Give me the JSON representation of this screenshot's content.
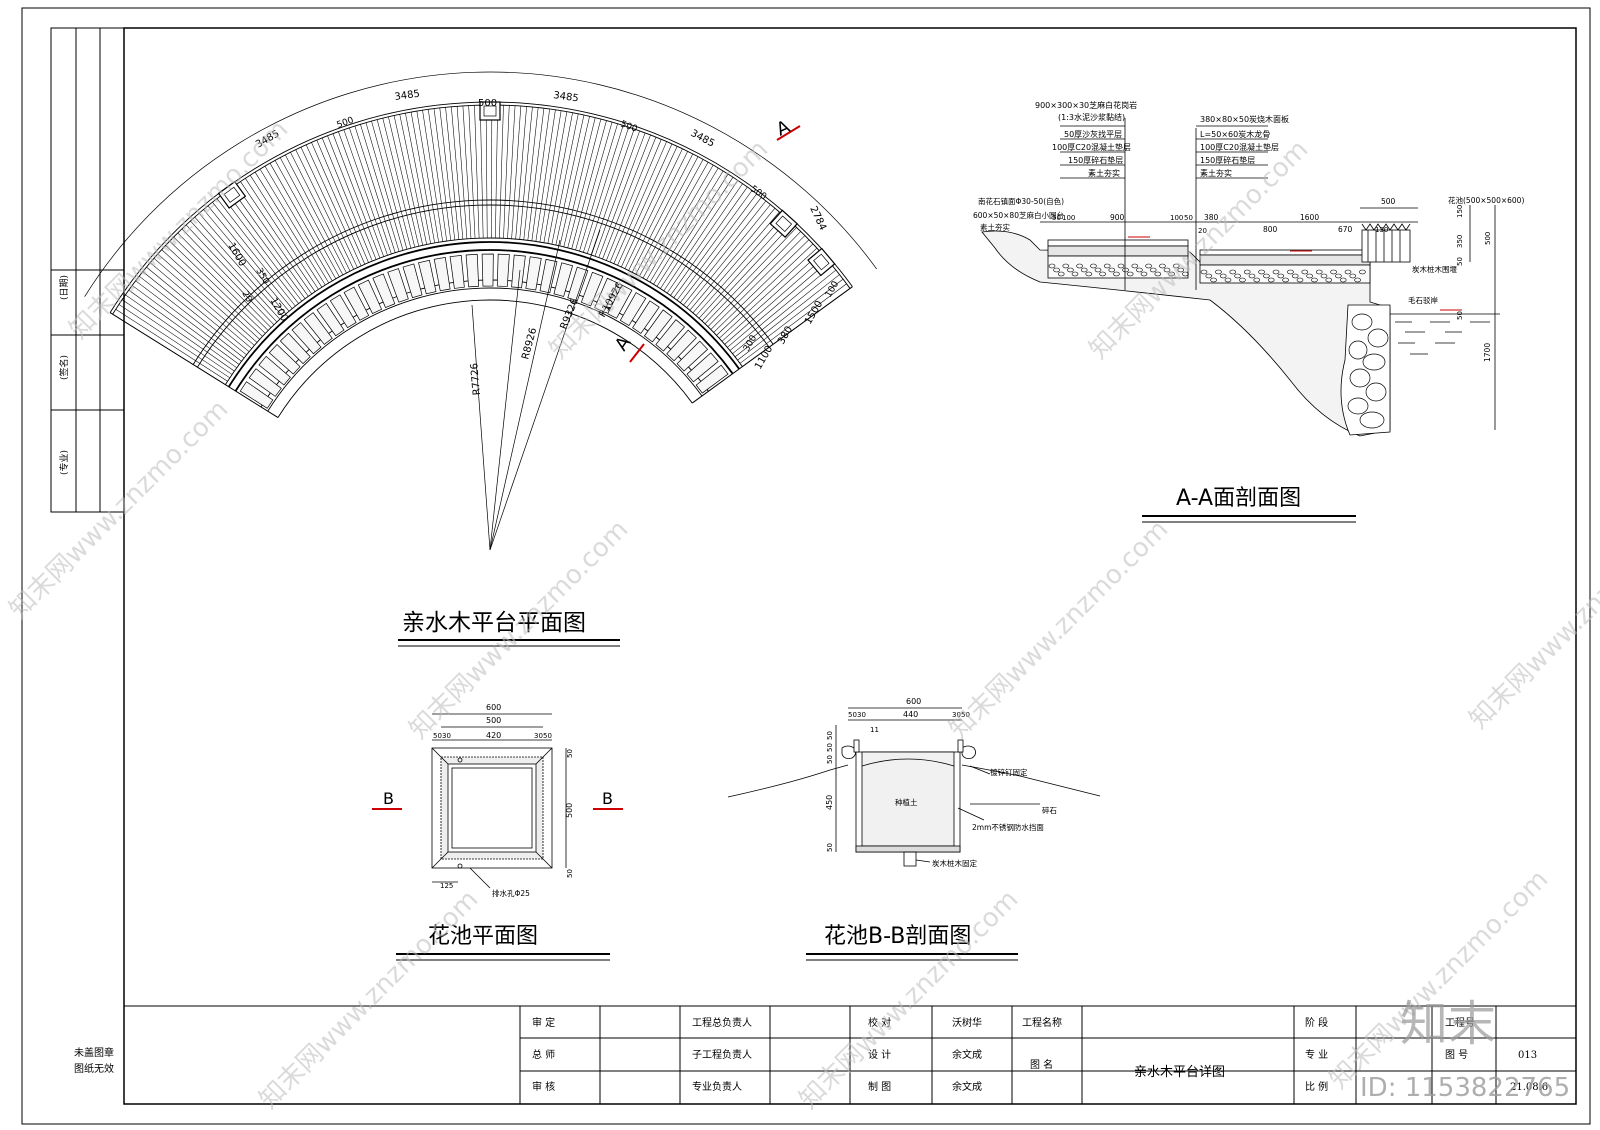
{
  "titles": {
    "plan": "亲水木平台平面图",
    "section_aa": "A-A面剖面图",
    "pool_plan": "花池平面图",
    "pool_section": "花池B-B剖面图"
  },
  "plan_dims": {
    "top_3485": "3485",
    "top_500": "500",
    "right_2784": "2784",
    "left_1600": "1600",
    "left_350": "350",
    "left_20": "20",
    "left_1200": "1200",
    "bot_100": "100",
    "bot_1500": "1500",
    "bot_380": "380",
    "bot_1100": "1100",
    "bot_300": "300",
    "r1": "R7726",
    "r2": "R8926",
    "r3": "R9326",
    "r4": "R10926",
    "cut": "A"
  },
  "section_aa": {
    "left_notes": [
      "900×300×30芝麻白花岗岩",
      "(1:3水泥沙浆黏结)",
      "50厚沙灰找平层",
      "100厚C20混凝土垫层",
      "150厚碎石垫层",
      "素土夯实"
    ],
    "right_notes": [
      "380×80×50炭烧木面板",
      "L=50×60炭木龙骨",
      "100厚C20混凝土垫层",
      "150厚碎石垫层",
      "素土夯实"
    ],
    "note_curb": "南花石镇面Φ30-50(自色)",
    "note_curb2": "600×50×80芝麻白小圆台",
    "note_soil": "素土夯实",
    "note_pool": "花池(500×500×600)",
    "note_pile": "炭木桩木围堰",
    "note_stone": "毛石驳岸",
    "dims": [
      "50",
      "100",
      "900",
      "100",
      "50",
      "380",
      "1600",
      "20",
      "800",
      "670",
      "130",
      "500",
      "150",
      "350",
      "50",
      "500",
      "50",
      "1700"
    ]
  },
  "pool_plan": {
    "dims_top": [
      "600",
      "500",
      "50",
      "30",
      "420",
      "30",
      "50"
    ],
    "dims_right": [
      "50",
      "500",
      "50"
    ],
    "dim_bottom": "125",
    "note": "排水孔Φ25",
    "cut": "B"
  },
  "pool_section": {
    "dims_top": [
      "600",
      "50",
      "30",
      "440",
      "30",
      "50",
      "11"
    ],
    "dims_left": [
      "50",
      "50",
      "50",
      "450",
      "50"
    ],
    "notes": [
      "镀锌钉固定",
      "种植土",
      "2mm不锈钢防水挡面",
      "碎石",
      "炭木桩木固定"
    ]
  },
  "title_block": {
    "r1": [
      "审   定",
      "",
      "工程总负责人",
      "",
      "校   对",
      "沃树华",
      "工程名称",
      "",
      "阶   段",
      ""
    ],
    "r2": [
      "总   师",
      "",
      "子工程负责人",
      "",
      "设   计",
      "余文成",
      "图   名",
      "亲水木平台详图",
      "专   业",
      ""
    ],
    "r3": [
      "审   核",
      "",
      "专业负责人",
      "",
      "制   图",
      "余文成",
      "",
      "",
      "比   例",
      ""
    ],
    "right_a": "工程号",
    "right_b": "图  号",
    "right_b_val": "013",
    "right_c_val": "21.08.6",
    "stamp_note_1": "未盖图章",
    "stamp_note_2": "图纸无效",
    "side_labels": [
      "(日期)",
      "(签名)",
      "(专业)"
    ]
  },
  "watermark": {
    "brand": "知末",
    "site": "知末网www.znzmo.com",
    "id": "ID: 1153822765"
  }
}
